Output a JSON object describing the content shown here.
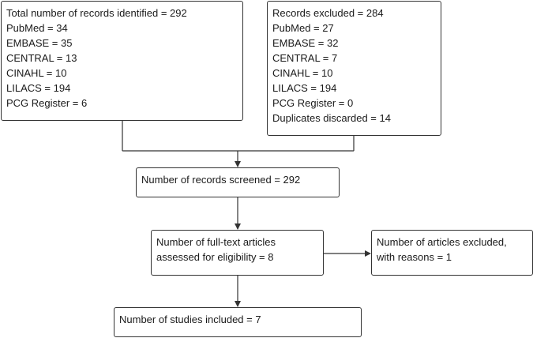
{
  "identified": {
    "lines": [
      "Total number of records identified = 292",
      "PubMed = 34",
      "EMBASE = 35",
      "CENTRAL = 13",
      "CINAHL = 10",
      "LILACS = 194",
      "PCG Register = 6"
    ]
  },
  "excluded": {
    "lines": [
      "Records excluded = 284",
      "PubMed = 27",
      "EMBASE = 32",
      "CENTRAL = 7",
      "CINAHL = 10",
      "LILACS = 194",
      "PCG Register = 0",
      "Duplicates discarded = 14"
    ]
  },
  "screened": {
    "lines": [
      "Number of records screened = 292"
    ]
  },
  "fulltext": {
    "lines": [
      "Number of full-text articles",
      "assessed for eligibility = 8"
    ]
  },
  "articles_excluded": {
    "lines": [
      "Number of articles excluded,",
      "with reasons = 1"
    ]
  },
  "included": {
    "lines": [
      "Number of studies included = 7"
    ]
  }
}
